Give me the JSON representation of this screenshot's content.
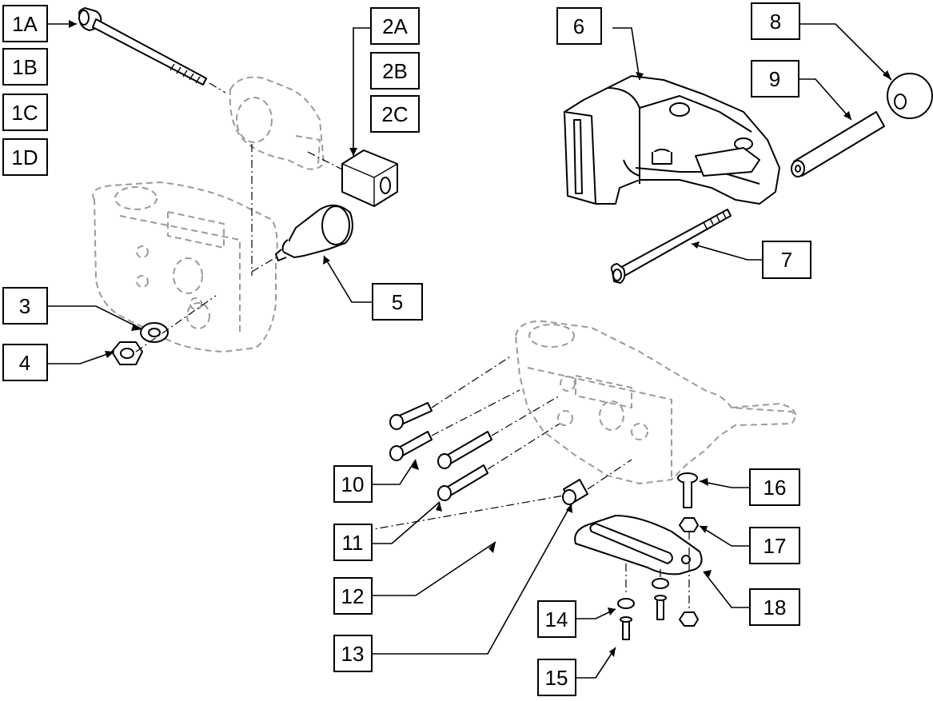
{
  "diagram": {
    "type": "exploded-parts-diagram",
    "callouts": [
      {
        "id": "c1a",
        "text": "1A"
      },
      {
        "id": "c1b",
        "text": "1B"
      },
      {
        "id": "c1c",
        "text": "1C"
      },
      {
        "id": "c1d",
        "text": "1D"
      },
      {
        "id": "c2a",
        "text": "2A"
      },
      {
        "id": "c2b",
        "text": "2B"
      },
      {
        "id": "c2c",
        "text": "2C"
      },
      {
        "id": "c3",
        "text": "3"
      },
      {
        "id": "c4",
        "text": "4"
      },
      {
        "id": "c5",
        "text": "5"
      },
      {
        "id": "c6",
        "text": "6"
      },
      {
        "id": "c7",
        "text": "7"
      },
      {
        "id": "c8",
        "text": "8"
      },
      {
        "id": "c9",
        "text": "9"
      },
      {
        "id": "c10",
        "text": "10"
      },
      {
        "id": "c11",
        "text": "11"
      },
      {
        "id": "c12",
        "text": "12"
      },
      {
        "id": "c13",
        "text": "13"
      },
      {
        "id": "c14",
        "text": "14"
      },
      {
        "id": "c15",
        "text": "15"
      },
      {
        "id": "c16",
        "text": "16"
      },
      {
        "id": "c17",
        "text": "17"
      },
      {
        "id": "c18",
        "text": "18"
      }
    ]
  }
}
